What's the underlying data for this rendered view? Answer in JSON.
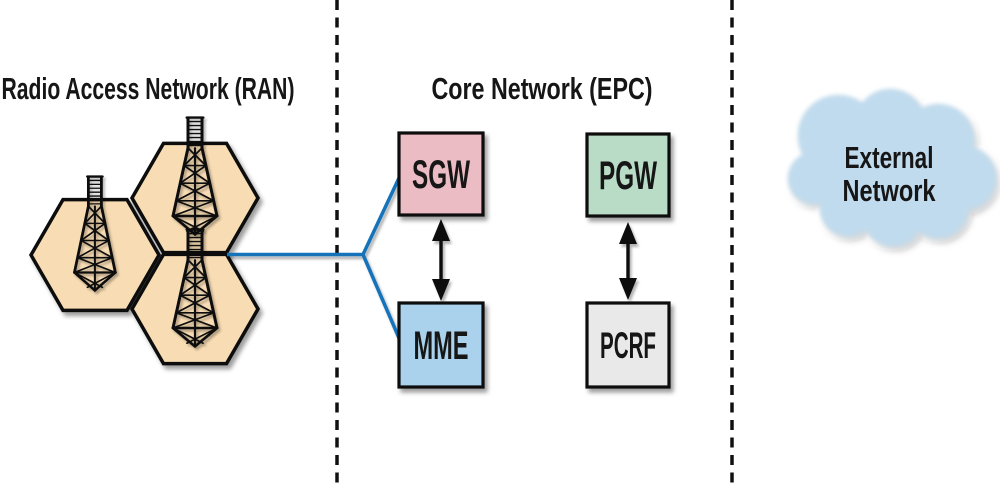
{
  "diagram": {
    "ran": {
      "title": "Radio Access Network (RAN)"
    },
    "core": {
      "title": "Core Network (EPC)"
    },
    "external": {
      "line1": "External",
      "line2": "Network"
    },
    "nodes": {
      "sgw": {
        "label": "SGW",
        "fill": "#ecbcc4"
      },
      "pgw": {
        "label": "PGW",
        "fill": "#b9dcc6"
      },
      "mme": {
        "label": "MME",
        "fill": "#abd2ec"
      },
      "pcrf": {
        "label": "PCRF",
        "fill": "#e9e9e9"
      }
    },
    "colors": {
      "cell_fill": "#f8dcb4",
      "cloud_fill": "#c0dbee",
      "access_link": "#1273ba",
      "core_link": "#b6222a",
      "external_link": "#141414",
      "outline": "#0d0d0d"
    }
  }
}
